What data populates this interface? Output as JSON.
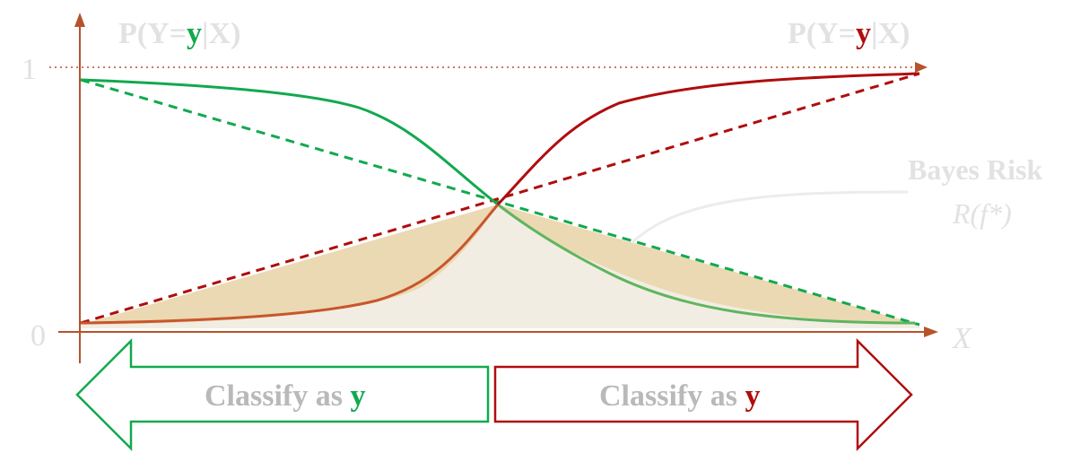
{
  "colors": {
    "green": "#11a94e",
    "red": "#b00d0d",
    "axis": "#b5532a",
    "faint_text": "#e2e2e2",
    "arrow_text": "#b9b9b9",
    "risk_fill_dark": "#ead9b2",
    "risk_fill_light": "#f2ede2"
  },
  "axes": {
    "x_label": "X",
    "tick_0": "0",
    "tick_1": "1"
  },
  "curves": {
    "green": {
      "prefix": "P(Y=",
      "var": "y",
      "suffix": "|X)"
    },
    "red": {
      "prefix": "P(Y=",
      "var": "y",
      "suffix": "|X)"
    }
  },
  "bayes_risk": {
    "title": "Bayes Risk",
    "formula": "R(f*)"
  },
  "regions": {
    "left": {
      "prefix": "Classify as ",
      "var": "y"
    },
    "right": {
      "prefix": "Classify as ",
      "var": "y"
    }
  }
}
